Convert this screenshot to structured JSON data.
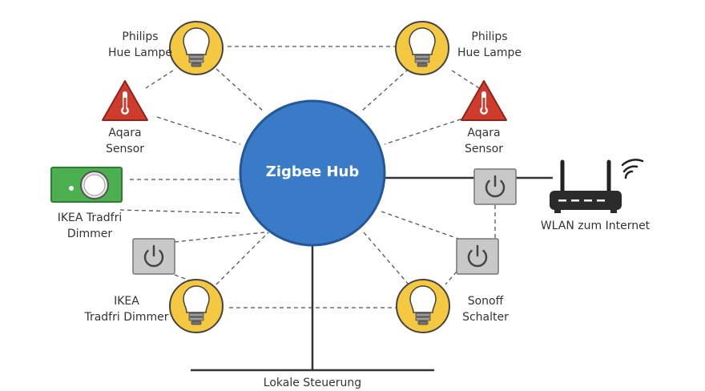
{
  "hub": {
    "label": "Zigbee Hub"
  },
  "devices": {
    "hue_left": {
      "line1": "Philips",
      "line2": "Hue Lampe"
    },
    "hue_right": {
      "line1": "Philips",
      "line2": "Hue Lampe"
    },
    "sensor_left": {
      "line1": "Aqara",
      "line2": "Sensor"
    },
    "sensor_right": {
      "line1": "Aqara",
      "line2": "Sensor"
    },
    "dimmer_green": {
      "line1": "IKEA Tradfri",
      "line2": "Dimmer"
    },
    "dimmer_bulb": {
      "line1": "IKEA",
      "line2": "Tradfri Dimmer"
    },
    "sonoff": {
      "line1": "Sonoff",
      "line2": "Schalter"
    }
  },
  "router": {
    "label": "WLAN zum Internet"
  },
  "bus": {
    "label": "Lokale Steuerung"
  },
  "colors": {
    "hub_fill": "#3a7bc8",
    "bulb_circle": "#f5c842",
    "sensor_triangle": "#cf3b2c",
    "dimmer_green": "#4caf50",
    "switch_gray": "#c8c8c8",
    "line_dark": "#333333"
  },
  "icons": [
    "light-bulb-icon",
    "thermometer-warning-icon",
    "power-icon",
    "wifi-router-icon",
    "wifi-signal-icon"
  ]
}
